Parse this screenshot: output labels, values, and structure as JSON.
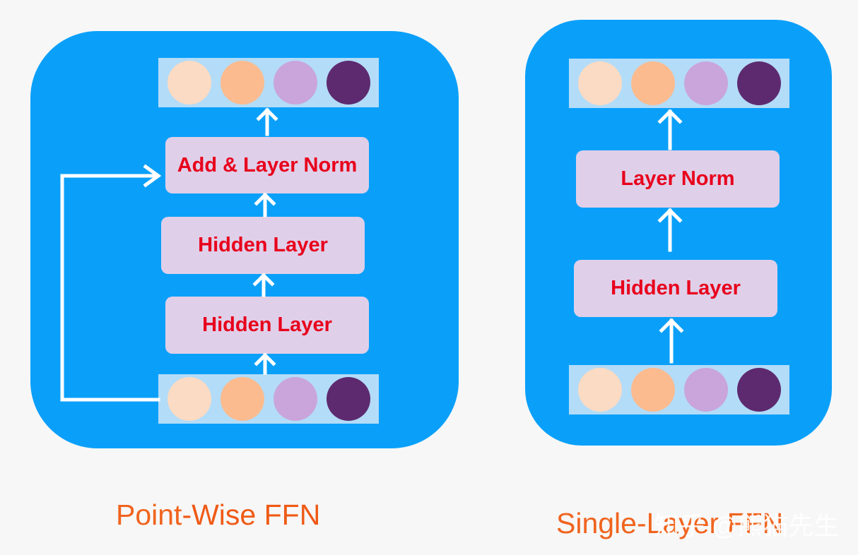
{
  "left_diagram": {
    "output_vector": [
      "#fbdbc3",
      "#fbbb8f",
      "#c9a5dc",
      "#5d2a6f"
    ],
    "add_norm_label": "Add & Layer Norm",
    "hidden_layer_top_label": "Hidden Layer",
    "hidden_layer_bottom_label": "Hidden Layer",
    "input_vector": [
      "#fbdbc3",
      "#fbbb8f",
      "#c9a5dc",
      "#5d2a6f"
    ],
    "caption_first": "Point",
    "caption_rest": "-Wise FFN"
  },
  "right_diagram": {
    "output_vector": [
      "#fbdbc3",
      "#fbbb8f",
      "#c9a5dc",
      "#5d2a6f"
    ],
    "layer_norm_label": "Layer Norm",
    "hidden_layer_label": "Hidden Layer",
    "input_vector": [
      "#fbdbc3",
      "#fbbb8f",
      "#c9a5dc",
      "#5d2a6f"
    ],
    "caption": "Single-Layer FFN"
  },
  "watermark": "知乎 @熊猫先生"
}
